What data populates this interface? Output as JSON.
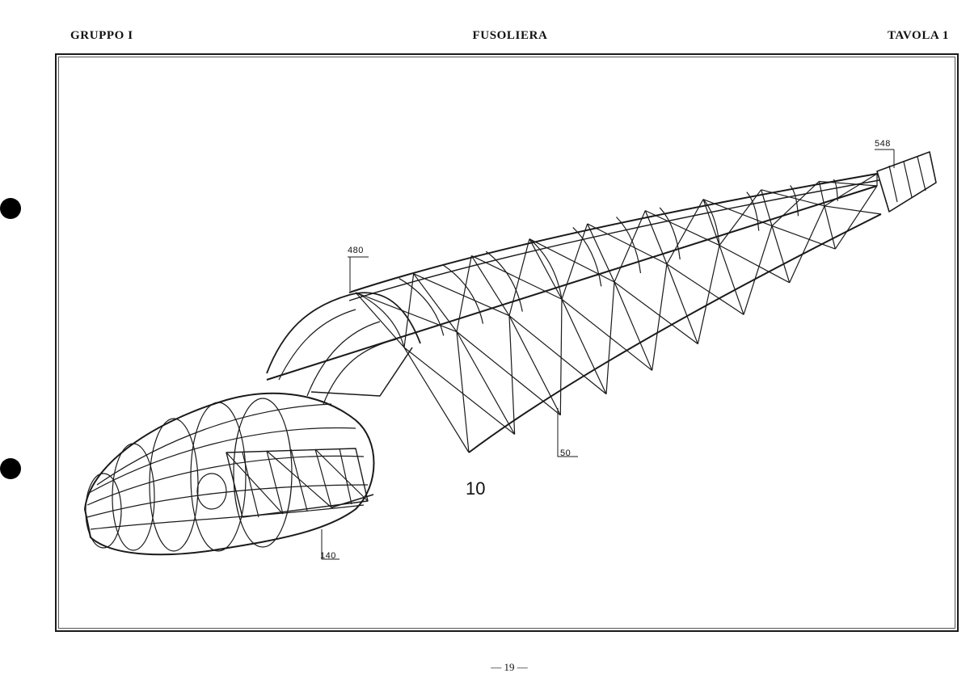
{
  "header": {
    "left": "GRUPPO I",
    "center": "FUSOLIERA",
    "right": "TAVOLA 1"
  },
  "figure": {
    "number": "10",
    "callouts": [
      "548",
      "480",
      "50",
      "140"
    ]
  },
  "footer": {
    "page": "— 19 —"
  },
  "colors": {
    "ink": "#1a1a1a",
    "paper": "#ffffff"
  }
}
